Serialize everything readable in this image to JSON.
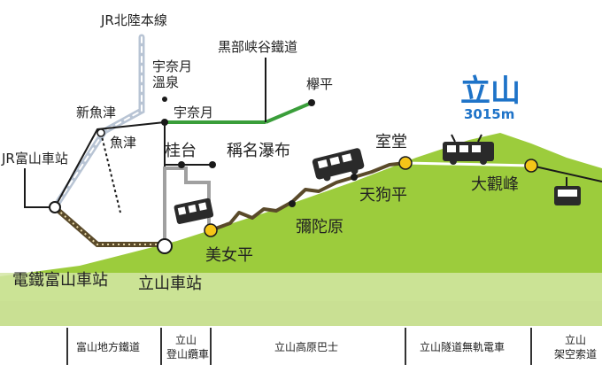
{
  "mountain": {
    "name": "立山",
    "elevation": "3015m"
  },
  "places": {
    "jr_hokuriku": "JR北陸本線",
    "kurobe_gorge": "黒部峡谷鐵道",
    "unazuki_onsen_1": "宇奈月",
    "unazuki_onsen_2": "溫泉",
    "unazuki": "宇奈月",
    "keyaki": "欅平",
    "shin_uozu": "新魚津",
    "uozu": "魚津",
    "jr_toyama": "JR富山車站",
    "katsuradai": "桂台",
    "shomyo_falls": "稱名瀑布",
    "dentetsu_toyama": "電鐵富山車站",
    "tateyama_station": "立山車站",
    "bijodaira": "美女平",
    "midagahara": "彌陀原",
    "tengudaira": "天狗平",
    "murodo": "室堂",
    "daikanbo": "大觀峰"
  },
  "segments": [
    {
      "label": "富山地方鐵道"
    },
    {
      "label_1": "立山",
      "label_2": "登山纜車"
    },
    {
      "label": "立山高原巴士"
    },
    {
      "label": "立山隧道無軌電車"
    },
    {
      "label_1": "立山",
      "label_2": "架空索道"
    }
  ],
  "colors": {
    "mountain_light": "#9ccc3c",
    "mountain_dark": "#7ab02a",
    "band": "#d4e6a4",
    "kurobe_line": "#3a9e3a",
    "jr_line": "#b8c4d4",
    "road": "#5a4a2a",
    "station_yellow": "#f5c518",
    "black_rail": "#1a1a1a"
  }
}
